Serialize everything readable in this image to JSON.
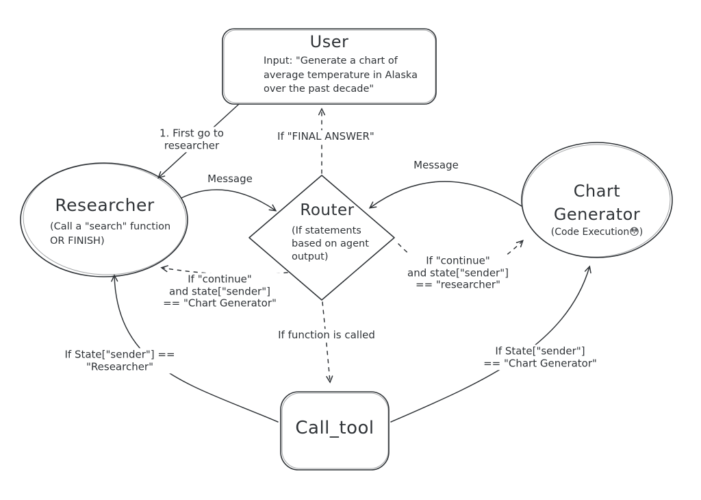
{
  "diagram": {
    "title": "Multi-agent routing diagram",
    "ink_color": "#2f3337",
    "background": "#ffffff",
    "nodes": {
      "user": {
        "title": "User",
        "body": "Input: \"Generate a chart of\naverage temperature in Alaska\nover the past decade\""
      },
      "researcher": {
        "title": "Researcher",
        "body": "(Call a \"search\" function\nOR FINISH)"
      },
      "router": {
        "title": "Router",
        "body": "(If statements\nbased on agent\noutput)"
      },
      "chart_generator": {
        "title": "Chart\nGenerator",
        "body": "(Code Execution😳)"
      },
      "call_tool": {
        "title": "Call_tool"
      }
    },
    "edges": {
      "first_go_to_researcher": "1. First go to\nresearcher",
      "final_answer": "If \"FINAL ANSWER\"",
      "message_left": "Message",
      "message_right": "Message",
      "continue_chart_generator": "If \"continue\"\nand state[\"sender\"]\n== \"Chart Generator\"",
      "continue_researcher": "If \"continue\"\nand state[\"sender\"]\n== \"researcher\"",
      "function_called": "If function is called",
      "sender_researcher": "If State[\"sender\"] ==\n\"Researcher\"",
      "sender_chart_generator": "If State[\"sender\"]\n== \"Chart Generator\""
    }
  }
}
